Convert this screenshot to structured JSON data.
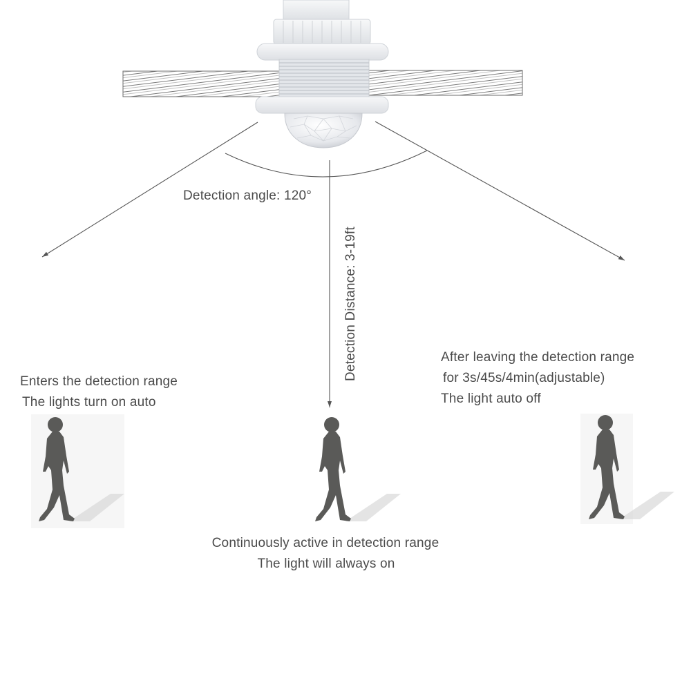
{
  "sensor": {
    "angle_label": "Detection angle: 120°",
    "distance_label": "Detection Distance: 3-19ft"
  },
  "states": {
    "enter": {
      "line1": "Enters the detection range",
      "line2": "The lights turn on auto"
    },
    "active": {
      "line1": "Continuously active in detection range",
      "line2": "The light will always on"
    },
    "leave": {
      "line1": "After leaving the detection range",
      "line2": "for 3s/45s/4min(adjustable)",
      "line3": "The light auto off"
    }
  },
  "colors": {
    "text": "#4a4a4a",
    "line": "#555555",
    "silhouette": "#5a5a58",
    "sensor_body": "#eef0f2",
    "wire_red": "#c0302a",
    "wire_black": "#222222"
  },
  "icons": [
    "pir-sensor-icon",
    "walking-person-icon",
    "arrow-icon"
  ]
}
